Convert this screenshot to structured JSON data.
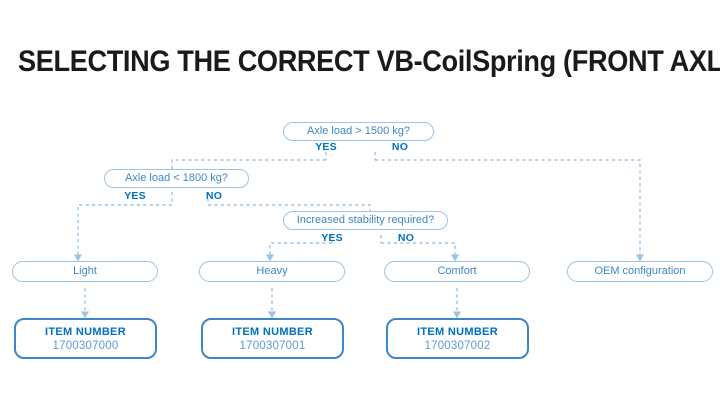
{
  "page": {
    "title": "SELECTING THE CORRECT VB-CoilSpring (FRONT AXLE)",
    "background_color": "#ffffff"
  },
  "colors": {
    "title_text": "#1a1a1a",
    "node_border": "#9dc3e6",
    "node_text": "#3e86c8",
    "branch_label": "#0070c0",
    "connector": "#9dc3e6",
    "item_box_border": "#3e86c8",
    "item_heading": "#0070c0",
    "item_value": "#5a9bd5"
  },
  "flowchart": {
    "type": "decision-tree",
    "decisions": [
      {
        "id": "axle-load-1500",
        "question": "Axle load > 1500 kg?",
        "yes_label": "YES",
        "no_label": "NO",
        "yes_target": "axle-load-1800",
        "no_target": "oem-configuration"
      },
      {
        "id": "axle-load-1800",
        "question": "Axle load < 1800 kg?",
        "yes_label": "YES",
        "no_label": "NO",
        "yes_target": "light",
        "no_target": "increased-stability"
      },
      {
        "id": "increased-stability",
        "question": "Increased stability required?",
        "yes_label": "YES",
        "no_label": "NO",
        "yes_target": "heavy",
        "no_target": "comfort"
      }
    ],
    "results": [
      {
        "id": "light",
        "label": "Light"
      },
      {
        "id": "heavy",
        "label": "Heavy"
      },
      {
        "id": "comfort",
        "label": "Comfort"
      },
      {
        "id": "oem-configuration",
        "label": "OEM configuration"
      }
    ],
    "item_numbers": [
      {
        "for": "light",
        "heading": "ITEM NUMBER",
        "value": "1700307000"
      },
      {
        "for": "heavy",
        "heading": "ITEM NUMBER",
        "value": "1700307001"
      },
      {
        "for": "comfort",
        "heading": "ITEM NUMBER",
        "value": "1700307002"
      }
    ]
  }
}
